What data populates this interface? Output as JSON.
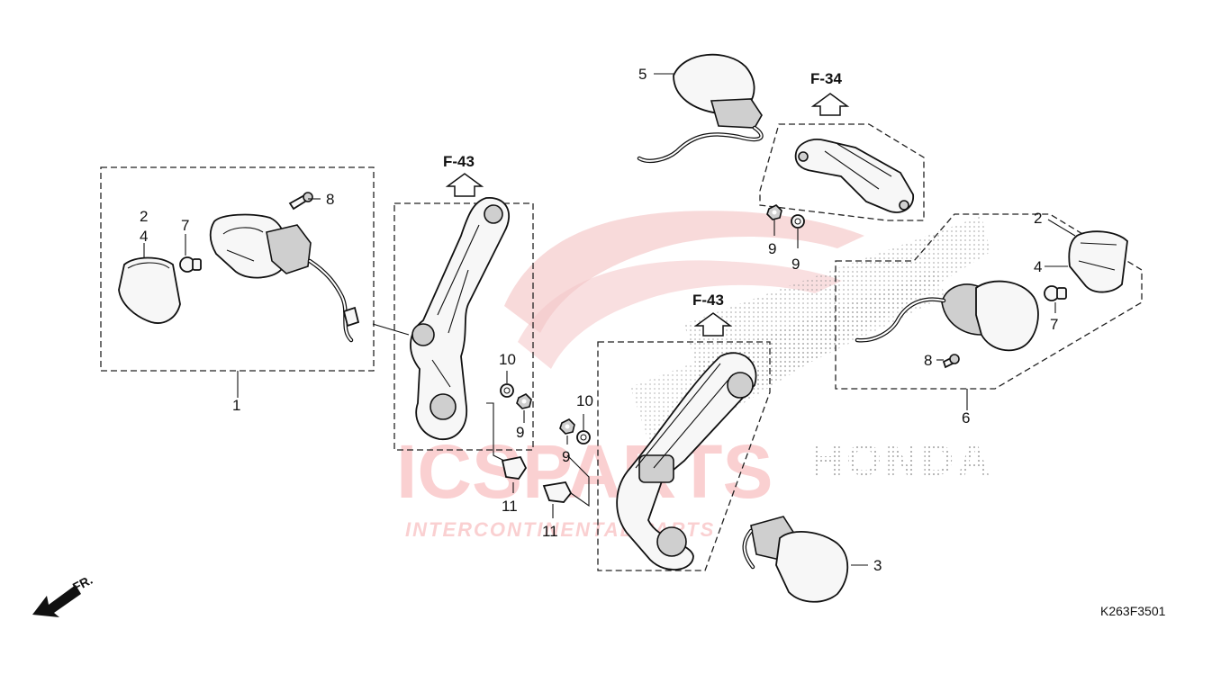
{
  "diagram_code": "K263F3501",
  "direction_label": "FR.",
  "reference_labels": [
    "F-34",
    "F-43",
    "F-43"
  ],
  "part_callouts": [
    "1",
    "2",
    "4",
    "7",
    "8",
    "5",
    "9",
    "9",
    "10",
    "9",
    "10",
    "9",
    "11",
    "11",
    "3",
    "2",
    "4",
    "7",
    "8",
    "6"
  ],
  "watermark": {
    "brand": "ICSPARTS",
    "tagline": "INTERCONTINENTAL PARTS",
    "maker": "HONDA",
    "color": "#e8414a"
  }
}
